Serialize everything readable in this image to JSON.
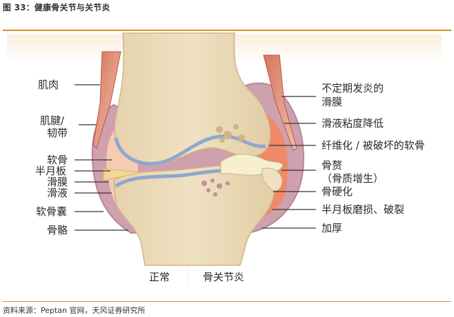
{
  "title": "图 33：健康骨关节与关节炎",
  "source": "资料来源：Peptan 官网，天风证券研究所",
  "labels_left": [
    "肌肉",
    "肌腱/",
    "韧带",
    "软骨",
    "半月板",
    "滑膜",
    "滑液",
    "软骨囊",
    "骨骼"
  ],
  "labels_right": [
    "不定期发炎的",
    "滑膜",
    "滑液粘度降低",
    "纤维化 / 被破坏的软骨",
    "骨赘",
    "（骨质增生）",
    "骨硬化",
    "半月板磨损、破裂",
    "加厚"
  ],
  "bottom_labels": [
    "正常",
    "骨关节炎"
  ]
}
